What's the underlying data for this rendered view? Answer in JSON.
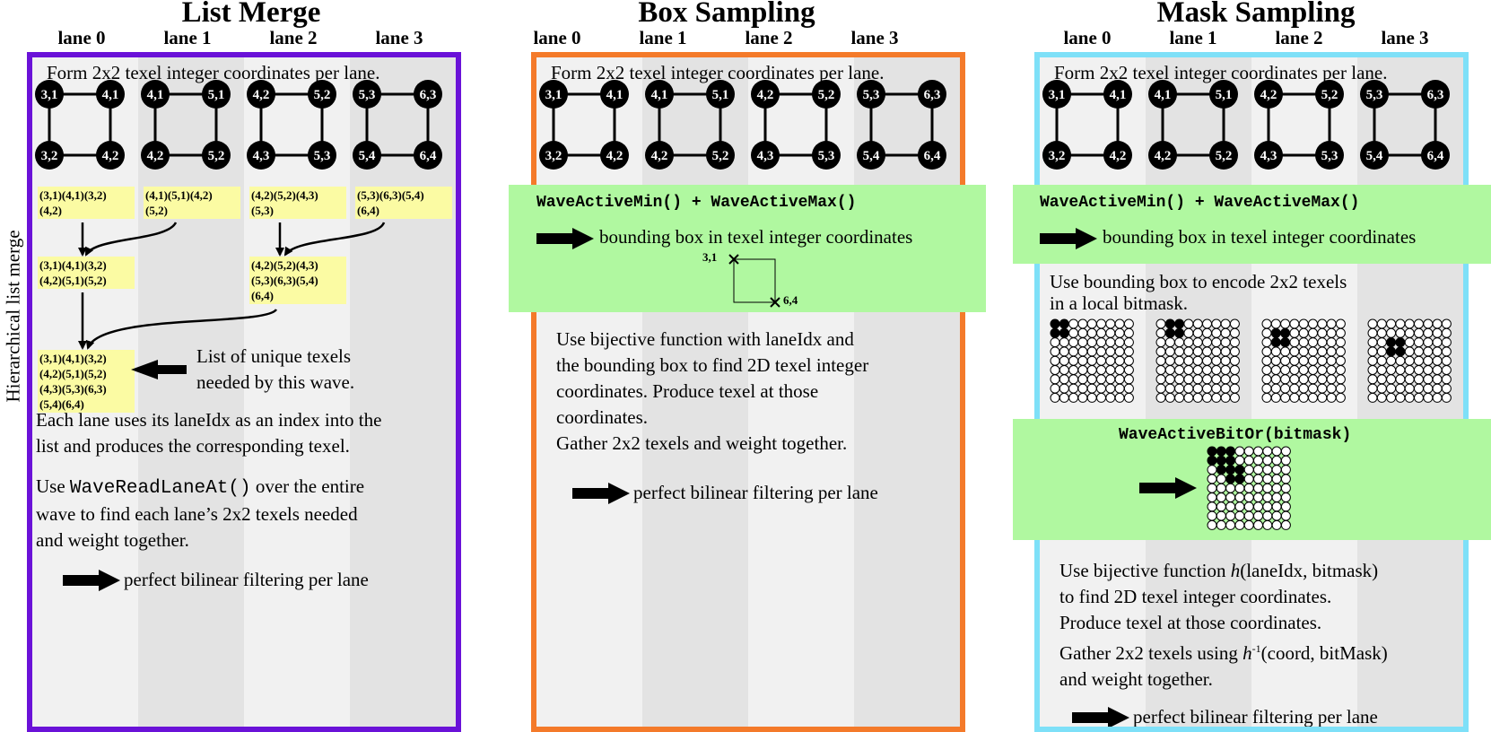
{
  "lane_labels": [
    "lane 0",
    "lane 1",
    "lane 2",
    "lane 3"
  ],
  "texel_quads": [
    [
      "3,1",
      "4,1",
      "3,2",
      "4,2"
    ],
    [
      "4,1",
      "5,1",
      "4,2",
      "5,2"
    ],
    [
      "4,2",
      "5,2",
      "4,3",
      "5,3"
    ],
    [
      "5,3",
      "6,3",
      "5,4",
      "6,4"
    ]
  ],
  "form_text": "Form 2x2 texel integer coordinates per lane.",
  "arrow_result": "perfect bilinear filtering per lane",
  "colors": {
    "list_merge_border": "#6a12d8",
    "box_sampling_border": "#f47a2a",
    "mask_sampling_border": "#7ee0f8",
    "green_band": "#b0f8a0",
    "yellow_box": "#fbfba3"
  },
  "list_merge": {
    "title": "List Merge",
    "side_label": "Hierarchical list merge",
    "lane_lists": [
      [
        "(3,1)(4,1)(3,2)",
        "(4,2)"
      ],
      [
        "(4,1)(5,1)(4,2)",
        "(5,2)"
      ],
      [
        "(4,2)(5,2)(4,3)",
        "(5,3)"
      ],
      [
        "(5,3)(6,3)(5,4)",
        "(6,4)"
      ]
    ],
    "merge_a": [
      "(3,1)(4,1)(3,2)",
      "(4,2)(5,1)(5,2)"
    ],
    "merge_b": [
      "(4,2)(5,2)(4,3)",
      "(5,3)(6,3)(5,4)",
      "(6,4)"
    ],
    "merge_final": [
      "(3,1)(4,1)(3,2)",
      "(4,2)(5,1)(5,2)",
      "(4,3)(5,3)(6,3)",
      "(5,4)(6,4)"
    ],
    "unique_label_1": "List of unique texels",
    "unique_label_2": "needed by this wave.",
    "para1_line1": "Each lane uses its laneIdx as an index into the",
    "para1_line2": "list and produces the corresponding texel.",
    "para2_pre": "Use ",
    "para2_code": "WaveReadLaneAt()",
    "para2_post": " over the entire",
    "para2_line2": "wave to find each lane’s 2x2 texels needed",
    "para2_line3": "and weight together."
  },
  "box_sampling": {
    "title": "Box Sampling",
    "code": "WaveActiveMin() + WaveActiveMax()",
    "bbox_text": "bounding box in texel integer coordinates",
    "bbox_min": "3,1",
    "bbox_max": "6,4",
    "para_lines": [
      "Use bijective function with laneIdx and",
      "the bounding box to find 2D texel integer",
      "coordinates. Produce texel at those",
      "coordinates.",
      "Gather 2x2 texels and weight together."
    ]
  },
  "mask_sampling": {
    "title": "Mask Sampling",
    "code": "WaveActiveMin() + WaveActiveMax()",
    "bbox_text": "bounding box in texel integer coordinates",
    "encode_line1": "Use bounding box to encode 2x2 texels",
    "encode_line2": "in a local bitmask.",
    "bitor_code": "WaveActiveBitOr(bitmask)",
    "p_line1_pre": "Use bijective function ",
    "p_line1_h": "h",
    "p_line1_post": "(laneIdx, bitmask)",
    "p_line2": "to find 2D texel integer coordinates.",
    "p_line3": "Produce texel at those coordinates.",
    "p_line4_pre": "Gather 2x2 texels using ",
    "p_line4_h": "h",
    "p_line4_sup": "-1",
    "p_line4_post": "(coord, bitMask)",
    "p_line5": "and weight together."
  }
}
